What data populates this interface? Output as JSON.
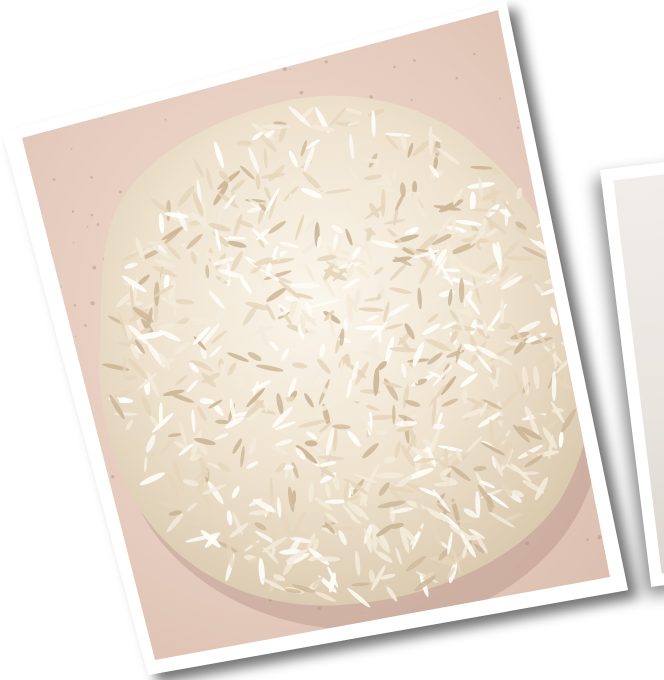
{
  "photos": [
    {
      "name": "front-photo",
      "subject": "rice-plate",
      "colors": {
        "frame": "#ffffff",
        "plate": "#e6cfc1",
        "rice": "#f3ead9",
        "shadow": "#3a3a3a"
      }
    },
    {
      "name": "back-photo",
      "subject": "partial-photo",
      "colors": {
        "frame": "#ffffff",
        "surface": "#ece8e2"
      }
    }
  ]
}
